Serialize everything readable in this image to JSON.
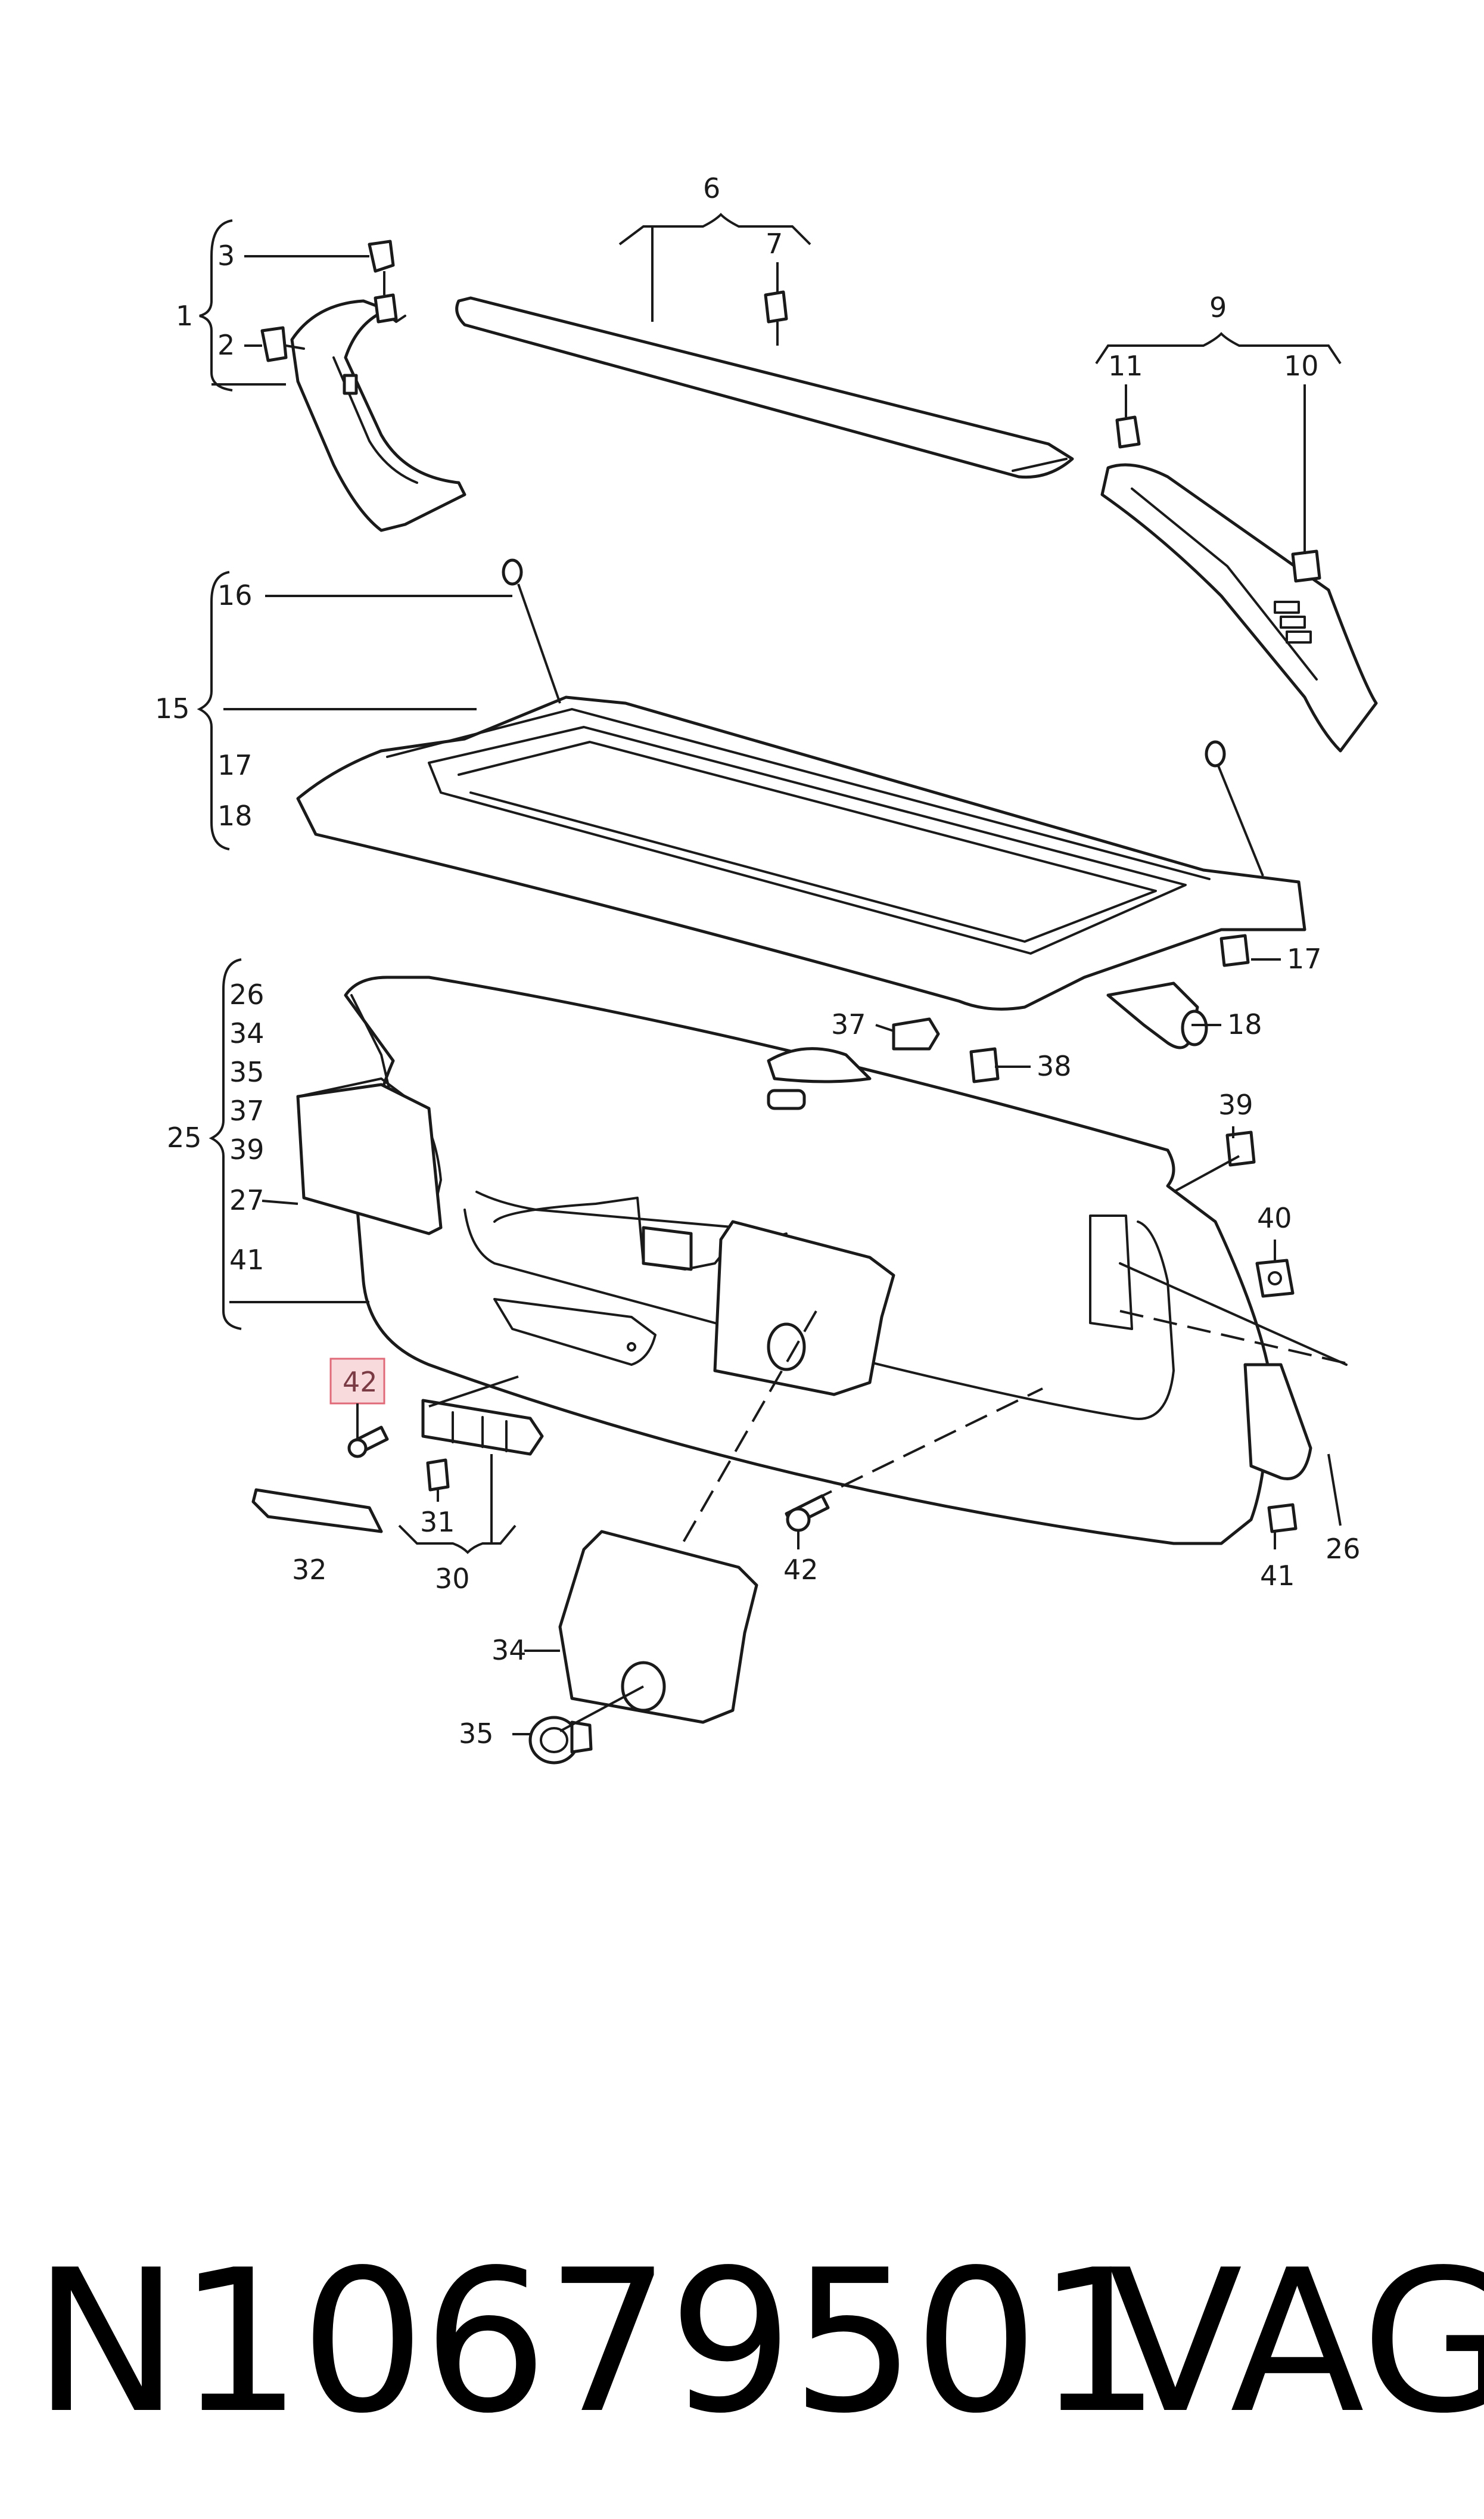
{
  "diagram": {
    "highlighted_label": "42",
    "labels": [
      "1",
      "2",
      "3",
      "6",
      "7",
      "9",
      "10",
      "11",
      "15",
      "16",
      "17",
      "18",
      "25",
      "26",
      "27",
      "30",
      "31",
      "32",
      "34",
      "35",
      "37",
      "38",
      "39",
      "40",
      "41",
      "42"
    ],
    "group_15_members": [
      "16",
      "17",
      "18"
    ],
    "group_25_members": [
      "26",
      "34",
      "35",
      "37",
      "39",
      "27",
      "41"
    ]
  },
  "footer": {
    "part_number": "N10679501",
    "brand": "VAG"
  }
}
